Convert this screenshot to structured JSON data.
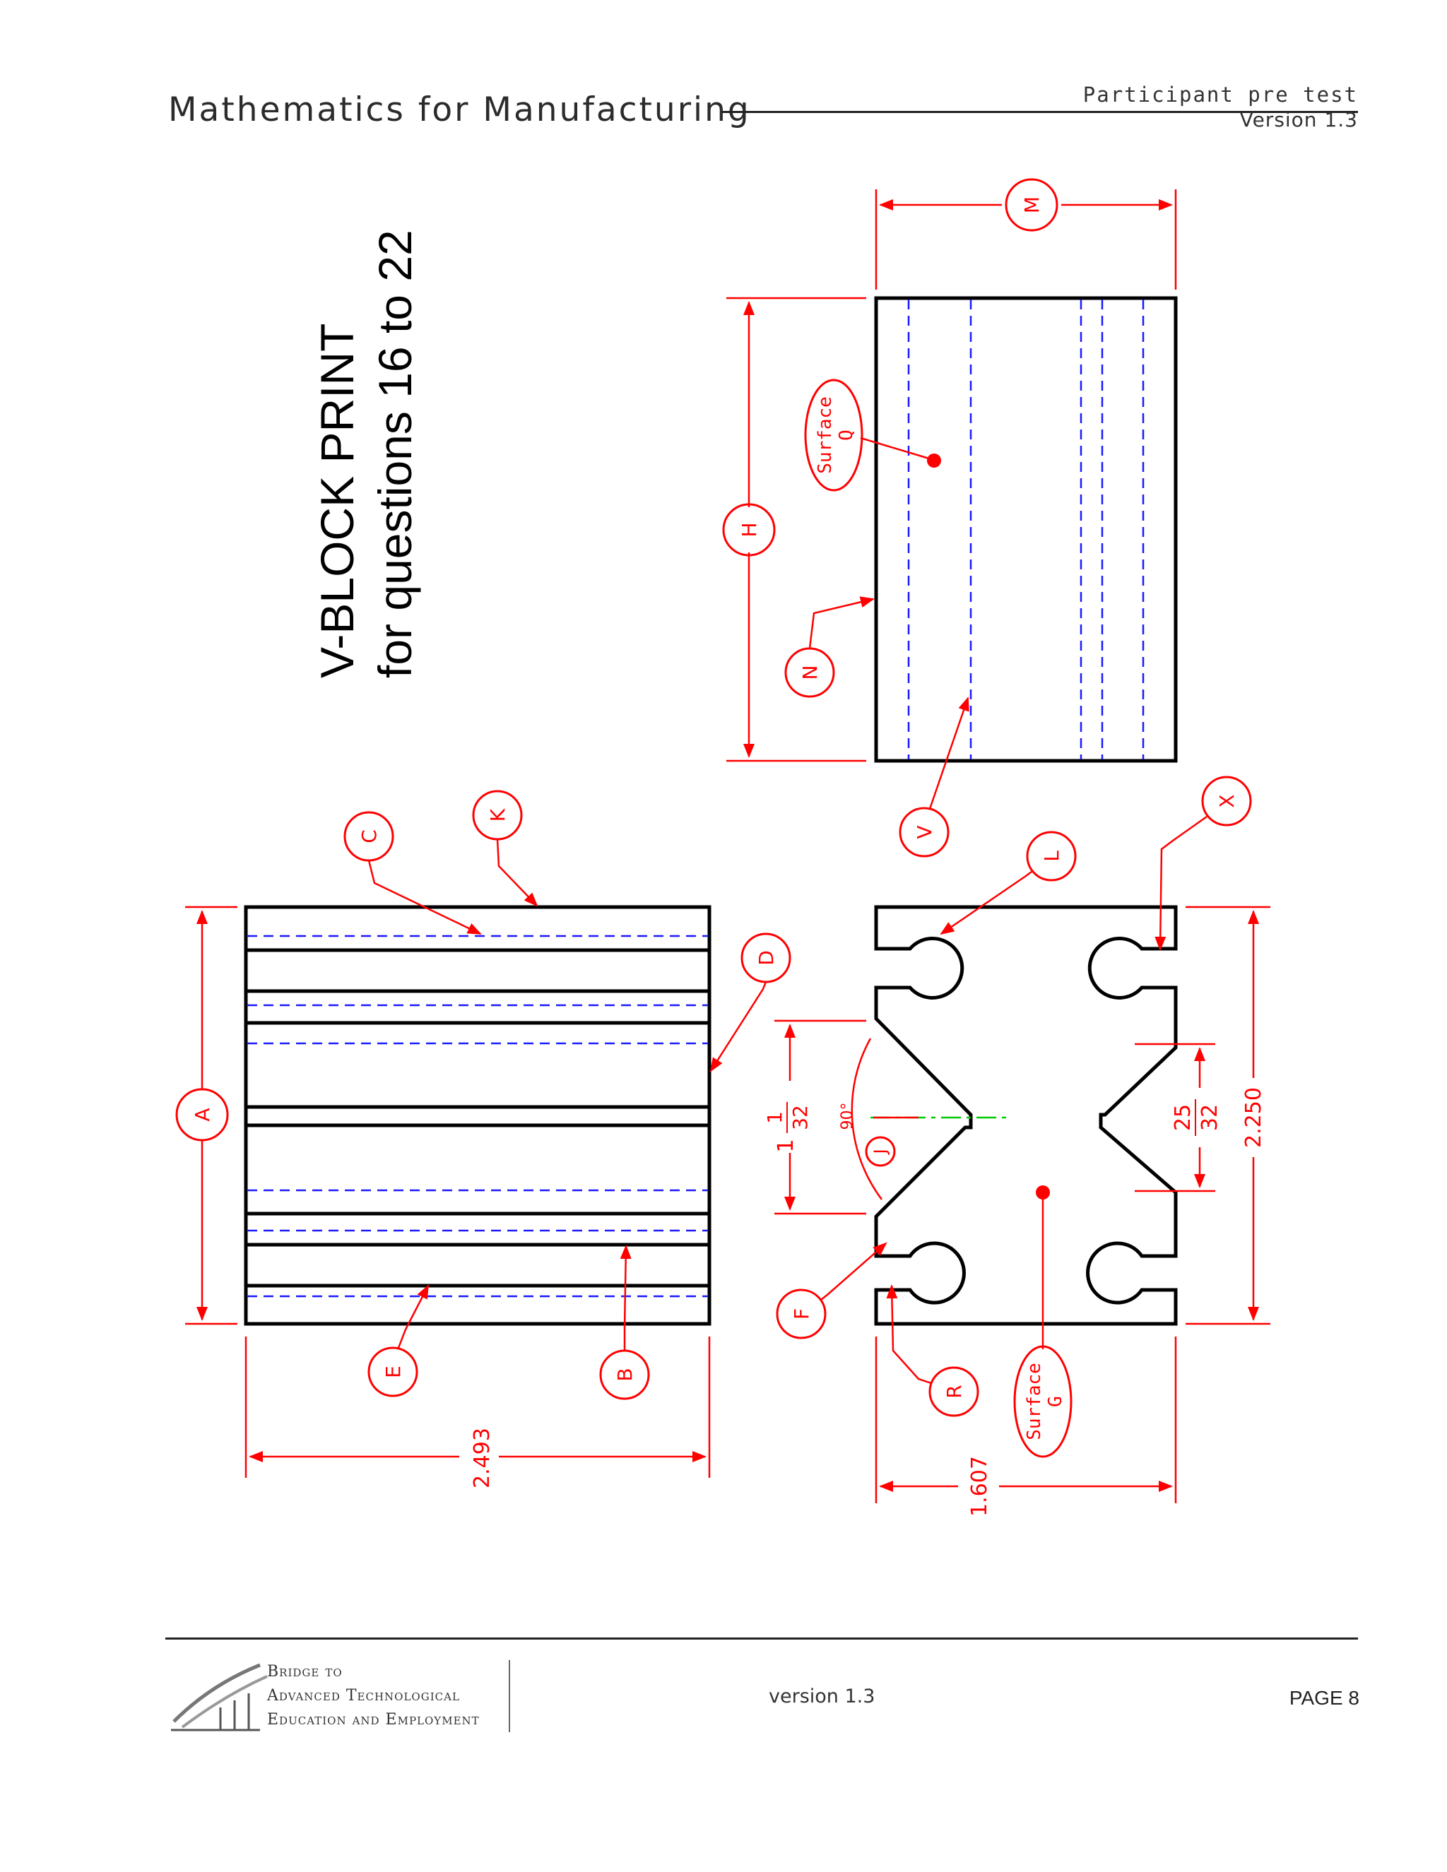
{
  "header": {
    "title": "Mathematics for Manufacturing",
    "doc_type": "Participant pre test",
    "version": "Version 1.3"
  },
  "drawing": {
    "title_line1": "V-BLOCK PRINT",
    "title_line2": "for questions 16 to 22",
    "colors": {
      "outline": "#000000",
      "hidden_line": "#1a1aff",
      "dimension": "#ff0000",
      "center_line": "#00cc00"
    },
    "labels": {
      "A": "A",
      "B": "B",
      "C": "C",
      "D": "D",
      "E": "E",
      "F": "F",
      "H": "H",
      "J": "J",
      "K": "K",
      "L": "L",
      "M": "M",
      "N": "N",
      "R": "R",
      "V": "V",
      "X": "X"
    },
    "surfaces": {
      "q_word": "Surface",
      "q_letter": "Q",
      "g_word": "Surface",
      "g_letter": "G"
    },
    "dimensions": {
      "width_front": "2.493",
      "width_end": "1.607",
      "height_end": "2.250",
      "angle": "90°",
      "vee_whole": "1",
      "vee_num": "1",
      "vee_den": "32",
      "slot_num": "25",
      "slot_den": "32"
    }
  },
  "footer": {
    "logo_line1": "Bridge to",
    "logo_line2": "Advanced Technological",
    "logo_line3": "Education and Employment",
    "version": "version 1.3",
    "page": "PAGE 8"
  }
}
